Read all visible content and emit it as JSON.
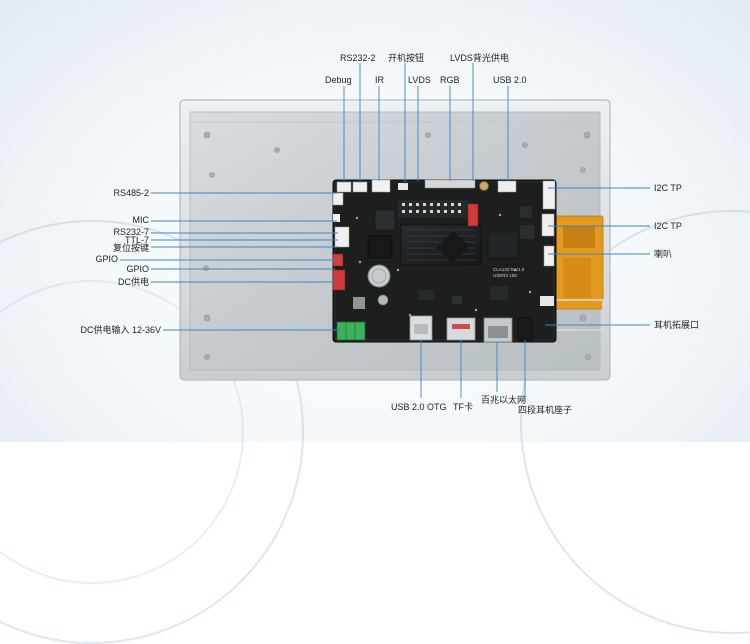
{
  "labels": {
    "top": {
      "debug": "Debug",
      "rs232_2": "RS232-2",
      "ir": "IR",
      "power_button": "开机按钮",
      "lvds": "LVDS",
      "rgb": "RGB",
      "lvds_backlight": "LVDS背光供电",
      "usb20": "USB 2.0"
    },
    "left": {
      "rs485_2": "RS485-2",
      "mic": "MIC",
      "rs232_7": "RS232-7",
      "ttl_7": "TTL-7",
      "reset_button": "复位按键",
      "gpio_a": "GPIO",
      "gpio_b": "GPIO",
      "dc_supply": "DC供电",
      "dc_input": "DC供电输入 12-36V"
    },
    "right": {
      "i2c_tp_a": "I2C TP",
      "i2c_tp_b": "I2C TP",
      "speaker": "喇叭",
      "headphone_ext": "耳机拓展口"
    },
    "bottom": {
      "usb20_otg": "USB 2.0 OTG",
      "tf_card": "TF卡",
      "ethernet": "百兆以太网",
      "audio_jack": "四段耳机座子"
    }
  },
  "board_text": {
    "chip_mark": "CLA133 R V1.0",
    "chip_mark2": "USER3 168"
  },
  "colors": {
    "pcb": "#1d1f1f",
    "panel": "#c9cfd3",
    "leader": "#3a86c8",
    "fpc": "#e39a1d"
  }
}
